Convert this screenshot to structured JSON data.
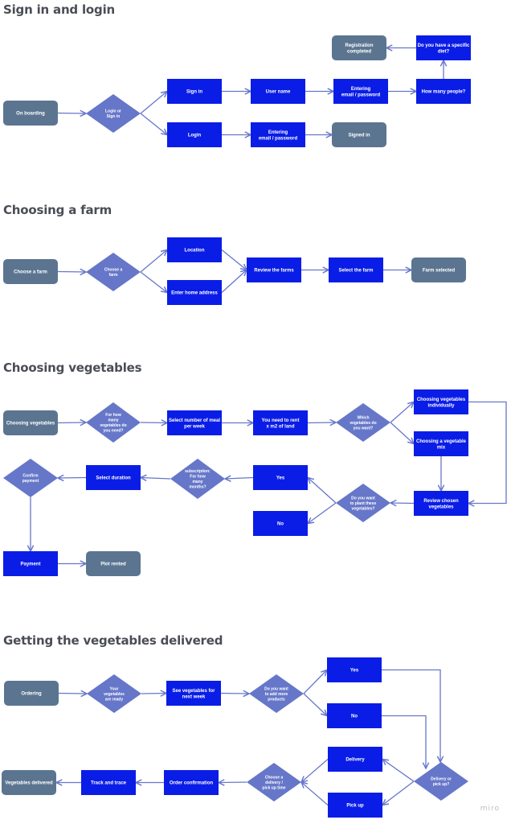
{
  "colors": {
    "process": "#0a1de6",
    "terminal": "#5b7591",
    "decision": "#6677c9",
    "connector": "#6677c9",
    "connector_dark": "#2a3bd6",
    "title": "#4a4d55",
    "text": "#ffffff"
  },
  "sections": [
    {
      "id": "sign-in",
      "title": "Sign in and login"
    },
    {
      "id": "choosing-farm",
      "title": "Choosing a farm"
    },
    {
      "id": "choosing-vegetables",
      "title": "Choosing vegetables"
    },
    {
      "id": "delivery",
      "title": "Getting the vegetables delivered"
    }
  ],
  "nodes": {
    "onboarding": {
      "type": "terminal",
      "label": [
        "On boarding"
      ]
    },
    "login_or_signin": {
      "type": "decision",
      "label": [
        "Login or",
        "Sign in"
      ]
    },
    "sign_in": {
      "type": "process",
      "label": [
        "Sign in"
      ]
    },
    "user_name": {
      "type": "process",
      "label": [
        "User name"
      ]
    },
    "entering_email_1": {
      "type": "process",
      "label": [
        "Entering",
        "email / password"
      ]
    },
    "how_many_people": {
      "type": "process",
      "label": [
        "How many people?"
      ]
    },
    "specific_diet": {
      "type": "process",
      "label": [
        "Do you have a specific",
        "diet?"
      ]
    },
    "registration_completed": {
      "type": "terminal",
      "label": [
        "Registration",
        "completed"
      ]
    },
    "login": {
      "type": "process",
      "label": [
        "Login"
      ]
    },
    "entering_email_2": {
      "type": "process",
      "label": [
        "Entering",
        "email / password"
      ]
    },
    "signed_in": {
      "type": "terminal",
      "label": [
        "Signed in"
      ]
    },
    "choose_farm_start": {
      "type": "terminal",
      "label": [
        "Choose a farm"
      ]
    },
    "choose_farm_dec": {
      "type": "decision",
      "label": [
        "Choose a",
        "farm"
      ]
    },
    "location": {
      "type": "process",
      "label": [
        "Location"
      ]
    },
    "home_address": {
      "type": "process",
      "label": [
        "Enter home address"
      ]
    },
    "review_farms": {
      "type": "process",
      "label": [
        "Review the farms"
      ]
    },
    "select_farm": {
      "type": "process",
      "label": [
        "Select the farm"
      ]
    },
    "farm_selected": {
      "type": "terminal",
      "label": [
        "Farm selected"
      ]
    },
    "choosing_veg_start": {
      "type": "terminal",
      "label": [
        "Choosing vegetables"
      ]
    },
    "how_many_veg": {
      "type": "decision",
      "label": [
        "For how",
        "many",
        "vegetables do",
        "you need?"
      ]
    },
    "meals_per_week": {
      "type": "process",
      "label": [
        "Select number of meal",
        "per week"
      ]
    },
    "rent_land": {
      "type": "process",
      "label": [
        "You need to rent",
        "x m2 of land"
      ]
    },
    "which_veg": {
      "type": "decision",
      "label": [
        "Which",
        "vegetables do",
        "you want?"
      ]
    },
    "veg_individually": {
      "type": "process",
      "label": [
        "Choosing vegetables",
        "individually"
      ]
    },
    "veg_mix": {
      "type": "process",
      "label": [
        "Choosing a vegetable",
        "mix"
      ]
    },
    "review_chosen": {
      "type": "process",
      "label": [
        "Review chosen",
        "vegetables"
      ]
    },
    "plant_these": {
      "type": "decision",
      "label": [
        "Do you want",
        "to plant these",
        "vegetables?"
      ]
    },
    "yes_plant": {
      "type": "process",
      "label": [
        "Yes"
      ]
    },
    "no_plant": {
      "type": "process",
      "label": [
        "No"
      ]
    },
    "subscription": {
      "type": "decision",
      "label": [
        "subscription:",
        "For how",
        "many",
        "months?"
      ]
    },
    "select_duration": {
      "type": "process",
      "label": [
        "Select duration"
      ]
    },
    "confirm_payment": {
      "type": "decision",
      "label": [
        "Confirm",
        "payment"
      ]
    },
    "payment": {
      "type": "process",
      "label": [
        "Payment"
      ]
    },
    "plot_rented": {
      "type": "terminal",
      "label": [
        "Plot rented"
      ]
    },
    "ordering": {
      "type": "terminal",
      "label": [
        "Ordering"
      ]
    },
    "veg_ready": {
      "type": "decision",
      "label": [
        "Your",
        "vegetables",
        "are ready"
      ]
    },
    "see_next_week": {
      "type": "process",
      "label": [
        "See vegetables for",
        "next week"
      ]
    },
    "add_more": {
      "type": "decision",
      "label": [
        "Do you want",
        "to add more",
        "products"
      ]
    },
    "yes_add": {
      "type": "process",
      "label": [
        "Yes"
      ]
    },
    "no_add": {
      "type": "process",
      "label": [
        "No"
      ]
    },
    "delivery_or_pickup": {
      "type": "decision",
      "label": [
        "Delivery or",
        "pick up?"
      ]
    },
    "delivery": {
      "type": "process",
      "label": [
        "Delivery"
      ]
    },
    "pick_up": {
      "type": "process",
      "label": [
        "Pick up"
      ]
    },
    "choose_time": {
      "type": "decision",
      "label": [
        "Choose a",
        "delivery /",
        "pick up time"
      ]
    },
    "order_confirmation": {
      "type": "process",
      "label": [
        "Order confirmation"
      ]
    },
    "track_trace": {
      "type": "process",
      "label": [
        "Track and trace"
      ]
    },
    "veg_delivered": {
      "type": "terminal",
      "label": [
        "Vegetables delivered"
      ]
    }
  },
  "edges": [
    [
      "onboarding",
      "login_or_signin"
    ],
    [
      "login_or_signin",
      "sign_in"
    ],
    [
      "login_or_signin",
      "login"
    ],
    [
      "sign_in",
      "user_name"
    ],
    [
      "user_name",
      "entering_email_1"
    ],
    [
      "entering_email_1",
      "how_many_people"
    ],
    [
      "how_many_people",
      "specific_diet"
    ],
    [
      "specific_diet",
      "registration_completed"
    ],
    [
      "login",
      "entering_email_2"
    ],
    [
      "entering_email_2",
      "signed_in"
    ],
    [
      "choose_farm_start",
      "choose_farm_dec"
    ],
    [
      "choose_farm_dec",
      "location"
    ],
    [
      "choose_farm_dec",
      "home_address"
    ],
    [
      "location",
      "review_farms"
    ],
    [
      "home_address",
      "review_farms"
    ],
    [
      "review_farms",
      "select_farm"
    ],
    [
      "select_farm",
      "farm_selected"
    ],
    [
      "choosing_veg_start",
      "how_many_veg"
    ],
    [
      "how_many_veg",
      "meals_per_week"
    ],
    [
      "meals_per_week",
      "rent_land"
    ],
    [
      "rent_land",
      "which_veg"
    ],
    [
      "which_veg",
      "veg_individually"
    ],
    [
      "which_veg",
      "veg_mix"
    ],
    [
      "veg_mix",
      "review_chosen"
    ],
    [
      "veg_individually",
      "review_chosen"
    ],
    [
      "review_chosen",
      "plant_these"
    ],
    [
      "plant_these",
      "yes_plant"
    ],
    [
      "plant_these",
      "no_plant"
    ],
    [
      "yes_plant",
      "subscription"
    ],
    [
      "subscription",
      "select_duration"
    ],
    [
      "select_duration",
      "confirm_payment"
    ],
    [
      "confirm_payment",
      "payment"
    ],
    [
      "payment",
      "plot_rented"
    ],
    [
      "ordering",
      "veg_ready"
    ],
    [
      "veg_ready",
      "see_next_week"
    ],
    [
      "see_next_week",
      "add_more"
    ],
    [
      "add_more",
      "yes_add"
    ],
    [
      "add_more",
      "no_add"
    ],
    [
      "yes_add",
      "delivery_or_pickup"
    ],
    [
      "no_add",
      "delivery_or_pickup"
    ],
    [
      "delivery_or_pickup",
      "delivery"
    ],
    [
      "delivery_or_pickup",
      "pick_up"
    ],
    [
      "delivery",
      "choose_time"
    ],
    [
      "pick_up",
      "choose_time"
    ],
    [
      "choose_time",
      "order_confirmation"
    ],
    [
      "order_confirmation",
      "track_trace"
    ],
    [
      "track_trace",
      "veg_delivered"
    ]
  ],
  "watermark": "miro"
}
